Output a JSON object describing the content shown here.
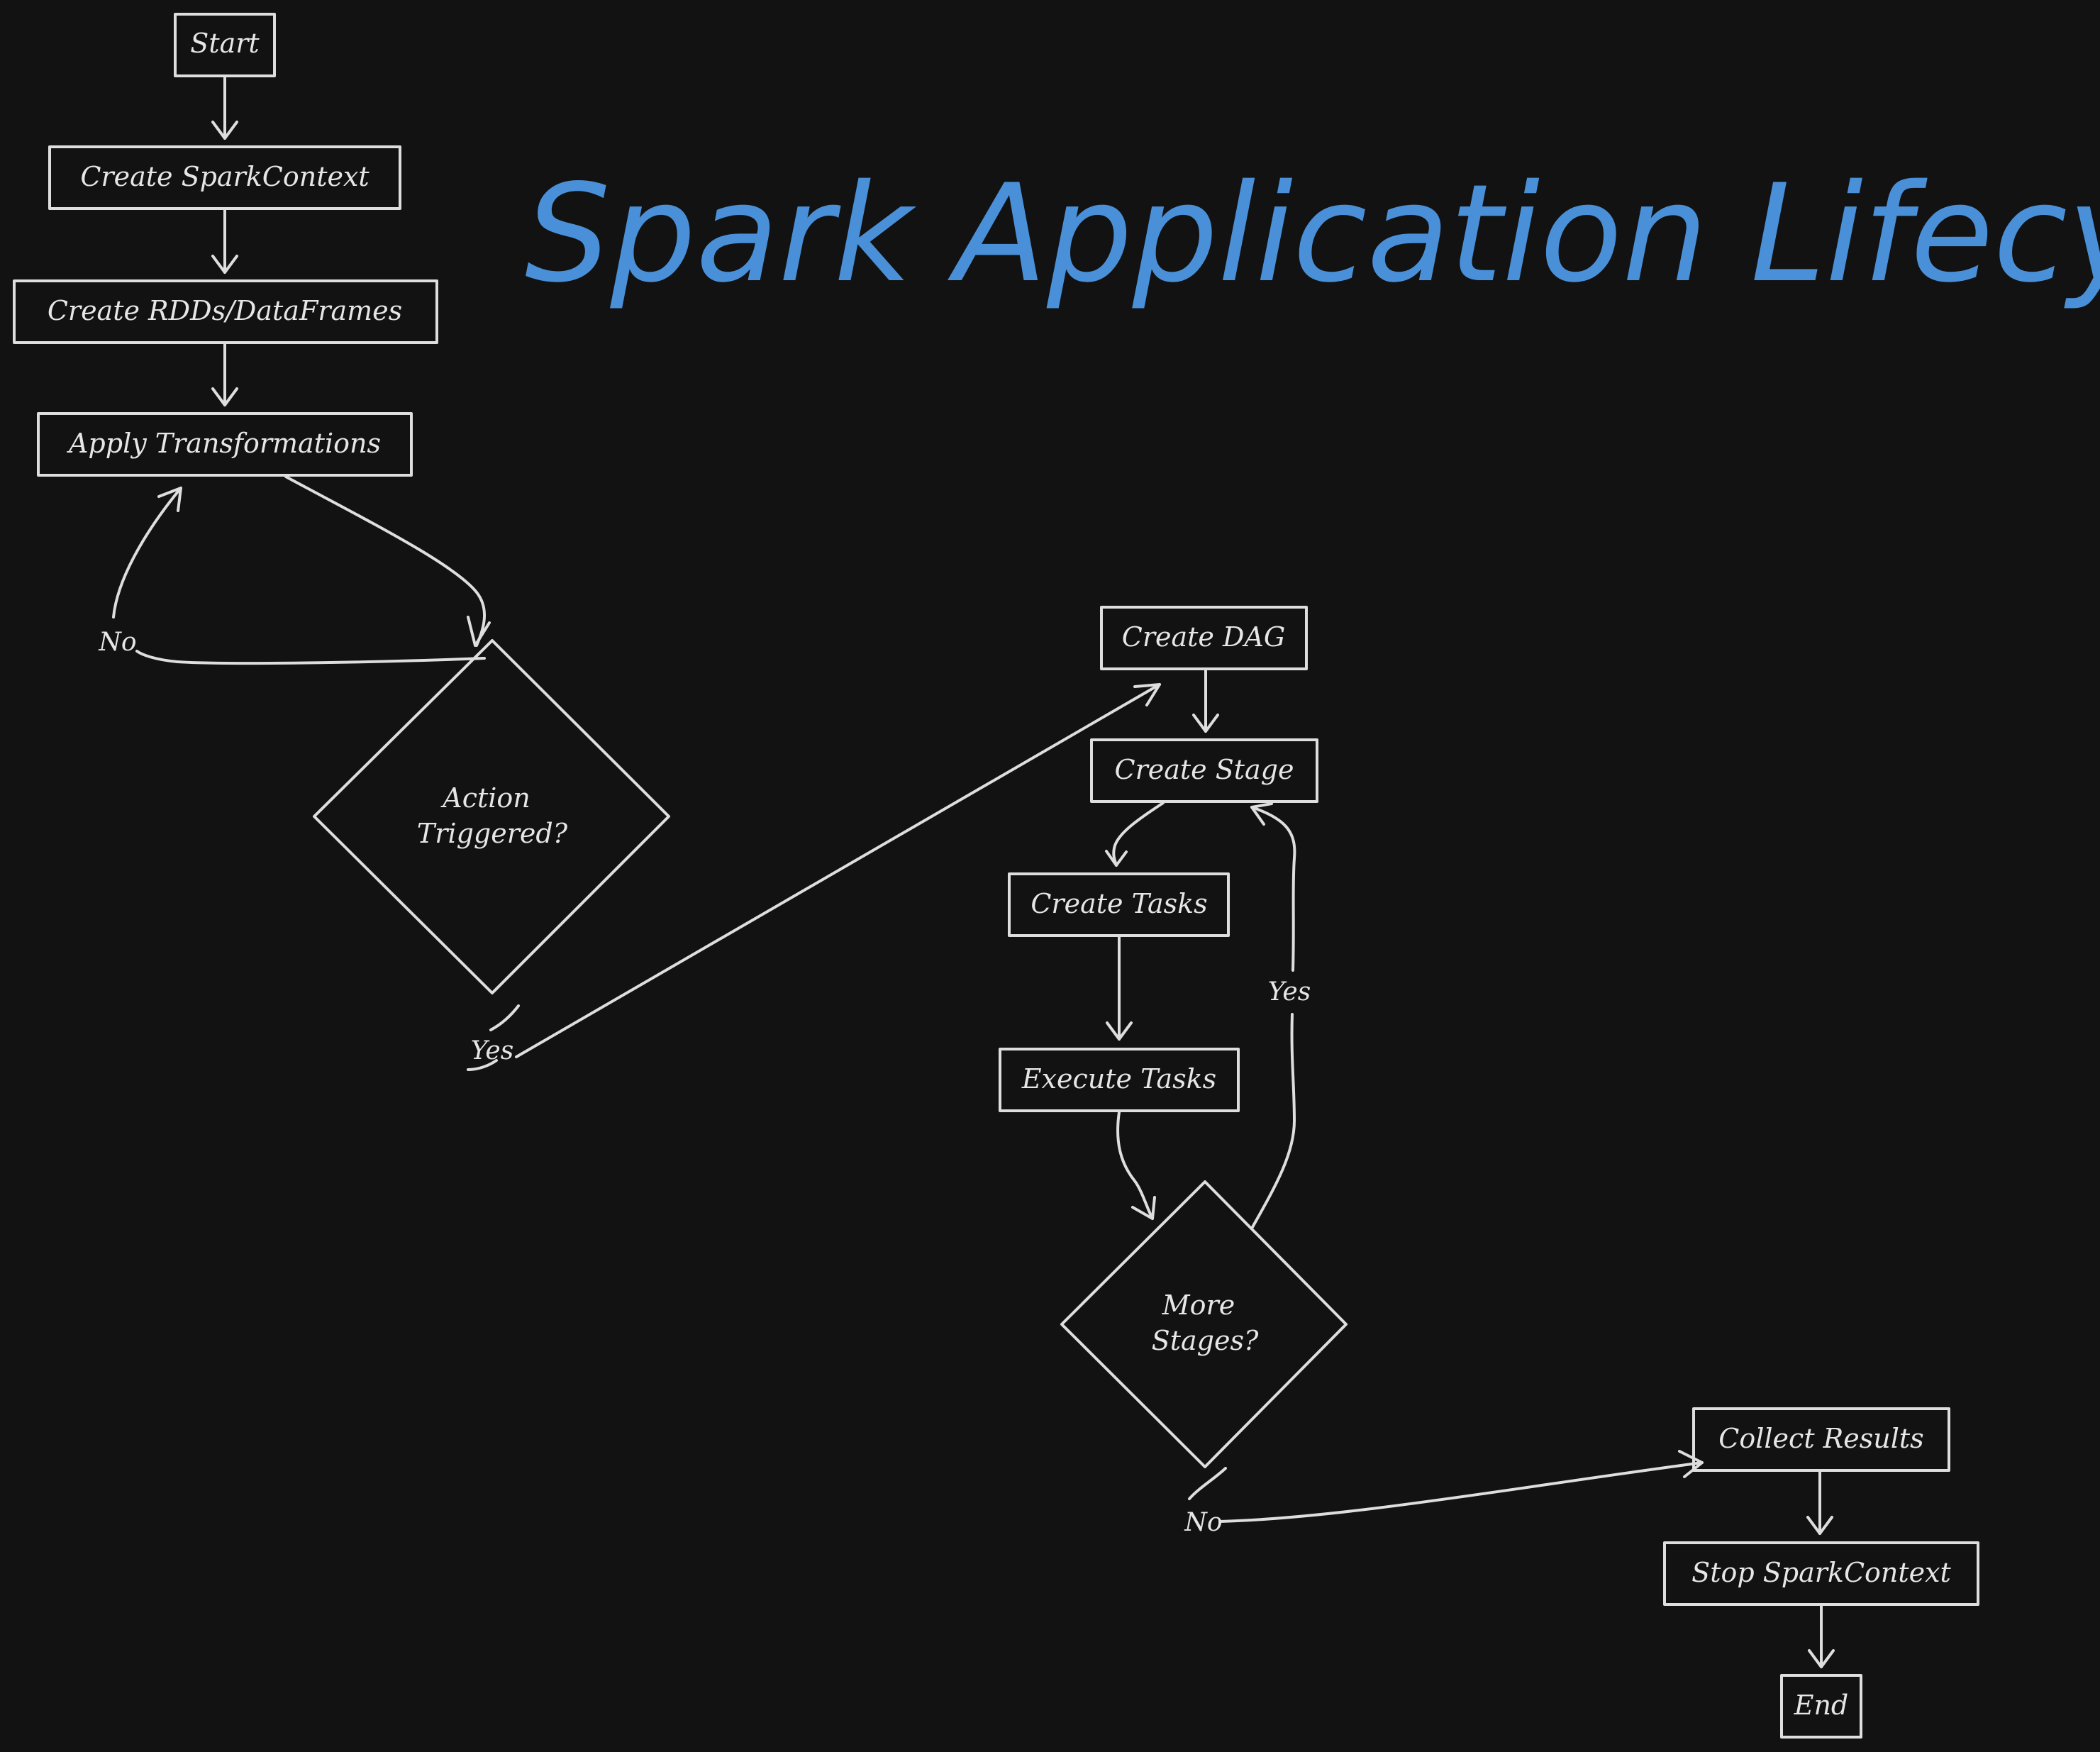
{
  "title": "Spark Application Lifecyle",
  "colors": {
    "background": "#121212",
    "stroke": "#dedede",
    "title": "#4a90d9"
  },
  "nodes": {
    "start": "Start",
    "create_spark_context": "Create SparkContext",
    "create_rdds": "Create RDDs/DataFrames",
    "apply_transformations": "Apply Transformations",
    "action_triggered": [
      "Action",
      "Triggered?"
    ],
    "create_dag": "Create DAG",
    "create_stage": "Create Stage",
    "create_tasks": "Create Tasks",
    "execute_tasks": "Execute Tasks",
    "more_stages": [
      "More",
      "Stages?"
    ],
    "collect_results": "Collect Results",
    "stop_spark_context": "Stop SparkContext",
    "end": "End"
  },
  "edge_labels": {
    "action_no": "No",
    "action_yes": "Yes",
    "more_stages_yes": "Yes",
    "more_stages_no": "No"
  }
}
